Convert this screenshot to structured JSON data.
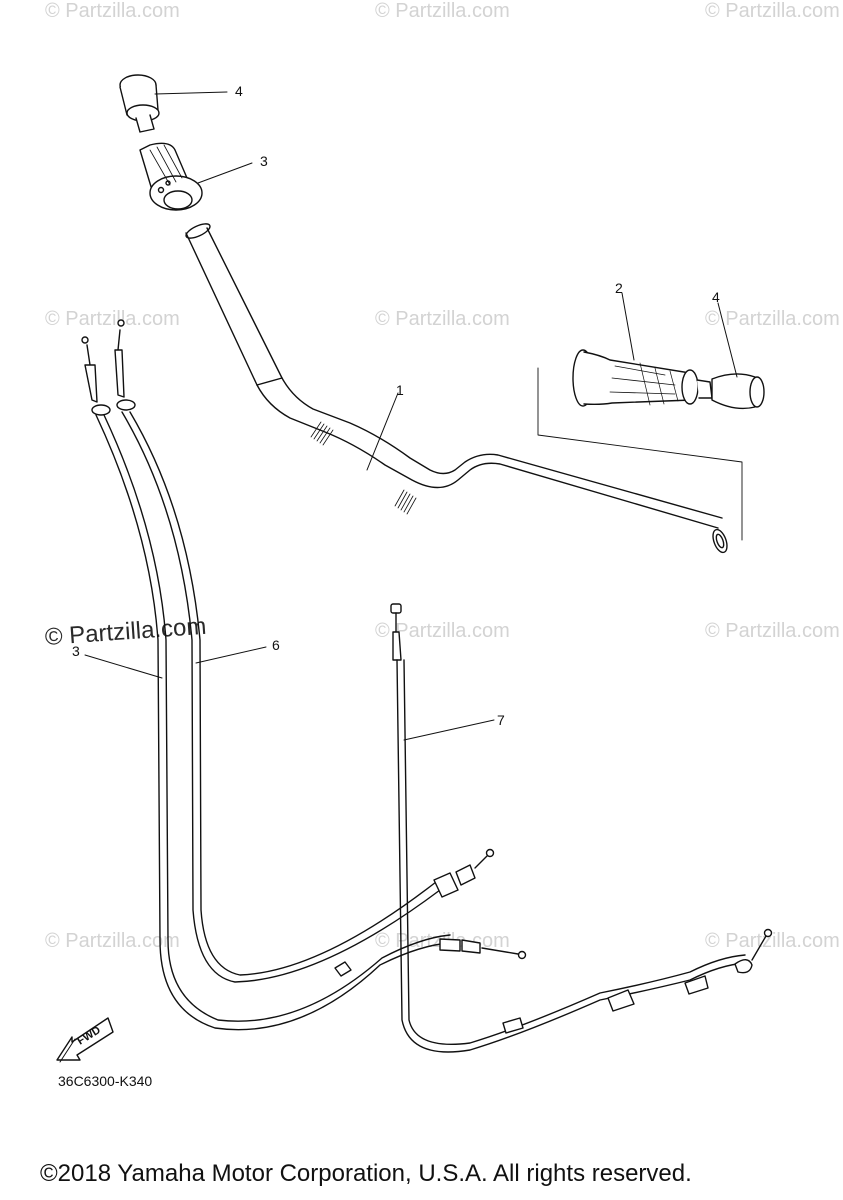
{
  "watermark": {
    "text": "© Partzilla.com",
    "prominent_text": "© Partzilla.com"
  },
  "callouts": {
    "1": "1",
    "2": "2",
    "3a": "3",
    "3b": "3",
    "4a": "4",
    "4b": "4",
    "6": "6",
    "7": "7"
  },
  "fwd_label": "FWD",
  "diagram_code": "36C6300-K340",
  "copyright": "©2018 Yamaha Motor Corporation, U.S.A. All rights reserved."
}
